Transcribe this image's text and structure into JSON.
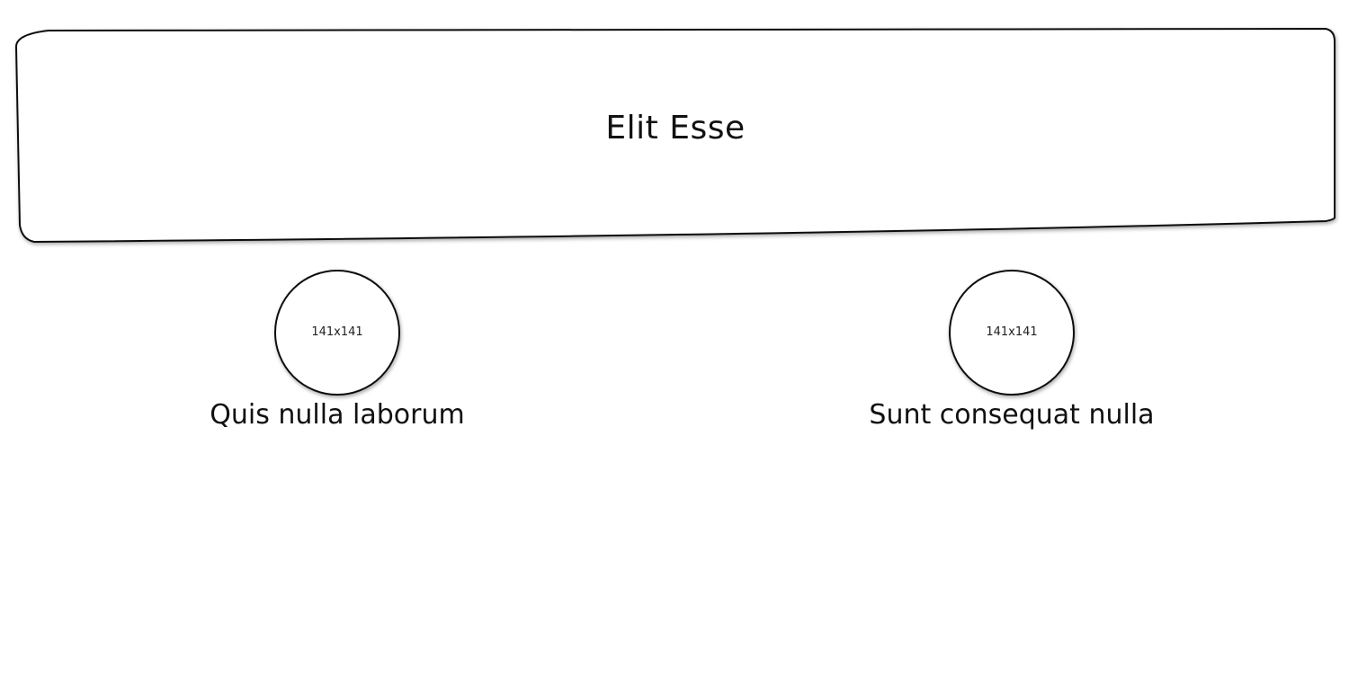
{
  "banner": {
    "title": "Elit Esse"
  },
  "avatars": [
    {
      "dimensions": "141x141",
      "caption": "Quis nulla laborum"
    },
    {
      "dimensions": "141x141",
      "caption": "Sunt consequat nulla"
    }
  ]
}
